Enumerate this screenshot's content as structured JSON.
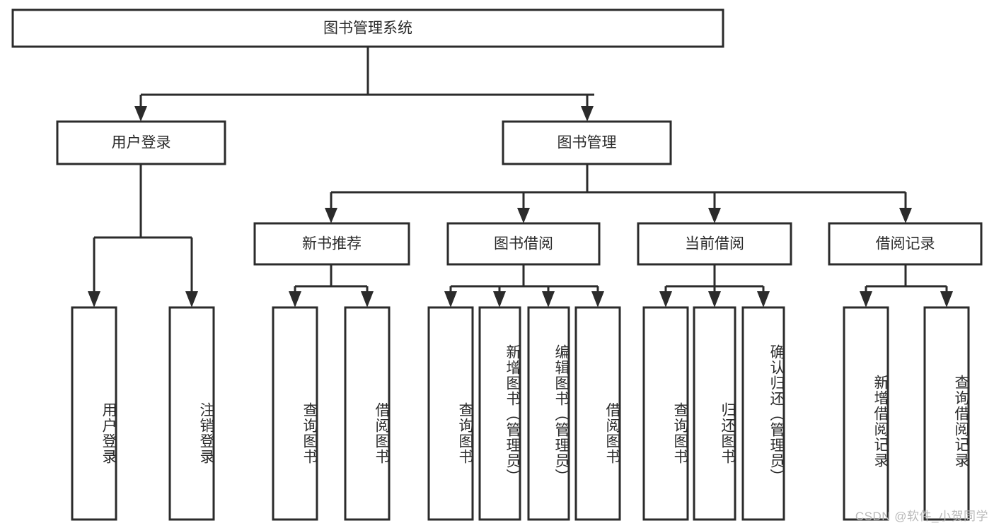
{
  "diagram": {
    "title": "图书管理系统",
    "type": "hierarchy-tree",
    "orientation": "top-down",
    "root": {
      "id": "root",
      "label": "图书管理系统",
      "text_orientation": "horizontal"
    },
    "level2": [
      {
        "id": "user-login",
        "label": "用户登录",
        "text_orientation": "horizontal"
      },
      {
        "id": "book-management",
        "label": "图书管理",
        "text_orientation": "horizontal"
      }
    ],
    "level3": [
      {
        "id": "new-book-recommend",
        "label": "新书推荐",
        "parent": "book-management",
        "text_orientation": "horizontal"
      },
      {
        "id": "book-borrow",
        "label": "图书借阅",
        "parent": "book-management",
        "text_orientation": "horizontal"
      },
      {
        "id": "current-borrow",
        "label": "当前借阅",
        "parent": "book-management",
        "text_orientation": "horizontal"
      },
      {
        "id": "borrow-record",
        "label": "借阅记录",
        "parent": "book-management",
        "text_orientation": "horizontal"
      }
    ],
    "leaves": [
      {
        "id": "leaf-user-login",
        "label": "用户登录",
        "parent": "user-login",
        "text_orientation": "vertical"
      },
      {
        "id": "leaf-logout-login",
        "label": "注销登录",
        "parent": "user-login",
        "text_orientation": "vertical"
      },
      {
        "id": "leaf-query-book-rec",
        "label": "查询图书",
        "parent": "new-book-recommend",
        "text_orientation": "vertical"
      },
      {
        "id": "leaf-borrow-book-rec",
        "label": "借阅图书",
        "parent": "new-book-recommend",
        "text_orientation": "vertical"
      },
      {
        "id": "leaf-query-book-borrow",
        "label": "查询图书",
        "parent": "book-borrow",
        "text_orientation": "vertical"
      },
      {
        "id": "leaf-add-book-admin",
        "label": "新增图书（管理员）",
        "parent": "book-borrow",
        "text_orientation": "vertical"
      },
      {
        "id": "leaf-edit-book-admin",
        "label": "编辑图书（管理员）",
        "parent": "book-borrow",
        "text_orientation": "vertical"
      },
      {
        "id": "leaf-borrow-book",
        "label": "借阅图书",
        "parent": "book-borrow",
        "text_orientation": "vertical"
      },
      {
        "id": "leaf-query-book-current",
        "label": "查询图书",
        "parent": "current-borrow",
        "text_orientation": "vertical"
      },
      {
        "id": "leaf-return-book",
        "label": "归还图书",
        "parent": "current-borrow",
        "text_orientation": "vertical"
      },
      {
        "id": "leaf-confirm-return-admin",
        "label": "确认归还（管理员）",
        "parent": "current-borrow",
        "text_orientation": "vertical"
      },
      {
        "id": "leaf-add-borrow-record",
        "label": "新增借阅记录",
        "parent": "borrow-record",
        "text_orientation": "vertical"
      },
      {
        "id": "leaf-query-borrow-record",
        "label": "查询借阅记录",
        "parent": "borrow-record",
        "text_orientation": "vertical"
      }
    ],
    "colors": {
      "stroke": "#2b2b2b",
      "fill": "#ffffff",
      "text": "#2b2b2b",
      "watermark": "#b9b9b9"
    }
  },
  "watermark": {
    "text": "CSDN @软件_小贺同学"
  }
}
